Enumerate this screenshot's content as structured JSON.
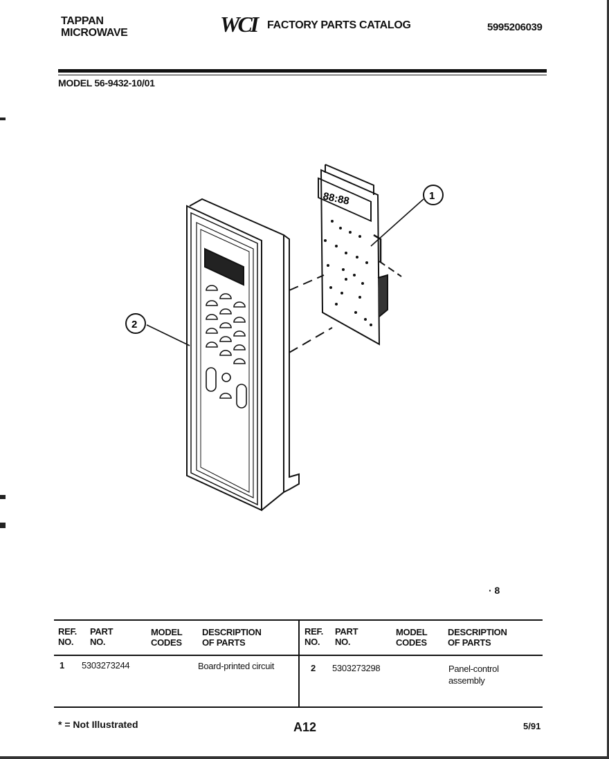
{
  "header": {
    "brand_line1": "TAPPAN",
    "brand_line2": "MICROWAVE",
    "logo_text": "WCI",
    "catalog_title": "FACTORY PARTS CATALOG",
    "catalog_number": "5995206039"
  },
  "model": "MODEL 56-9432-10/01",
  "diagram": {
    "callouts": [
      {
        "ref": "1"
      },
      {
        "ref": "2"
      }
    ],
    "display_text": "88:88"
  },
  "scan_marks": "· 8",
  "table": {
    "headers": {
      "ref": [
        "REF.",
        "NO."
      ],
      "part": [
        "PART",
        "NO."
      ],
      "codes": [
        "MODEL",
        "CODES"
      ],
      "desc": [
        "DESCRIPTION",
        "OF PARTS"
      ]
    },
    "rows": [
      {
        "ref": "1",
        "part": "5303273244",
        "codes": "",
        "desc": "Board-printed circuit"
      },
      {
        "ref": "2",
        "part": "5303273298",
        "codes": "",
        "desc": "Panel-control assembly"
      }
    ]
  },
  "footer": {
    "note": "* = Not Illustrated",
    "page": "A12",
    "date": "5/91"
  }
}
